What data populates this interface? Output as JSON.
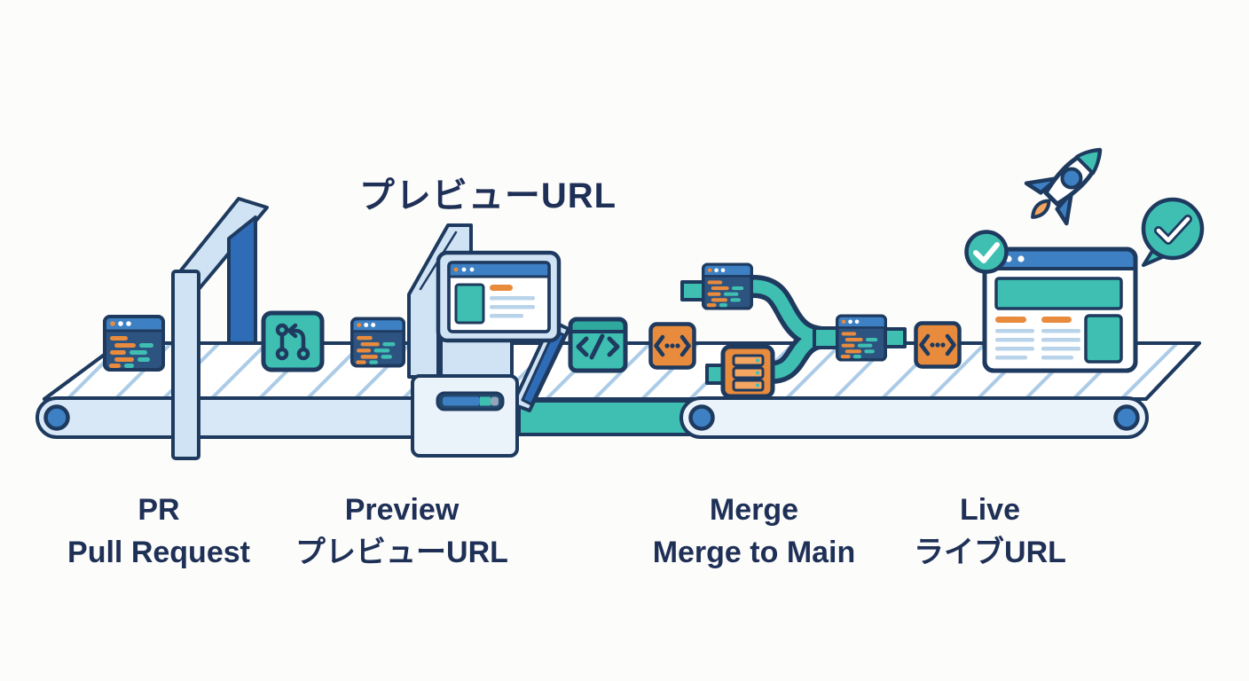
{
  "banner": {
    "text": "プレビューURL"
  },
  "stages": [
    {
      "id": "pr",
      "title": "PR",
      "subtitle": "Pull Request"
    },
    {
      "id": "preview",
      "title": "Preview",
      "subtitle": "プレビューURL"
    },
    {
      "id": "merge",
      "title": "Merge",
      "subtitle": "Merge to Main"
    },
    {
      "id": "live",
      "title": "Live",
      "subtitle": "ライブURL"
    }
  ],
  "icons": {
    "code-window-icon": "dark window with orange/teal code lines",
    "git-pull-request-icon": "teal square, PR branch glyph",
    "gate-icon": "blue inspection arch over belt",
    "preview-machine-icon": "kiosk with browser screen and slot",
    "code-tag-icon": "teal square with </>",
    "code-change-icon": "orange square with <···>",
    "server-icon": "orange square with stacked server bars",
    "merge-pipe-icon": "teal Y pipe joining two branches",
    "live-browser-icon": "browser window with teal hero banner",
    "check-circle-icon": "teal circle with white check",
    "check-bubble-icon": "teal speech bubble with check",
    "rocket-icon": "rocket with blue fins and orange flame",
    "conveyor-belt": "hatched belt with blue rollers"
  },
  "palette": {
    "bg": "#fcfcfa",
    "white": "#ffffff",
    "navy": "#1e3a5f",
    "text": "#1f3057",
    "blue": "#3d80c4",
    "medblue": "#2f6cb8",
    "lightblue": "#cfe3f4",
    "band": "#d9e8f6",
    "bandlight": "#eaf2fa",
    "hatch": "#abcbe6",
    "line": "#b9d4ea",
    "teal": "#3fbfb2",
    "tealdark": "#2fa89d",
    "orange": "#e98b3d",
    "orangelight": "#f2a661",
    "winnavy": "#2d5380",
    "slot": "#24486e",
    "gray": "#8fa6bb"
  }
}
